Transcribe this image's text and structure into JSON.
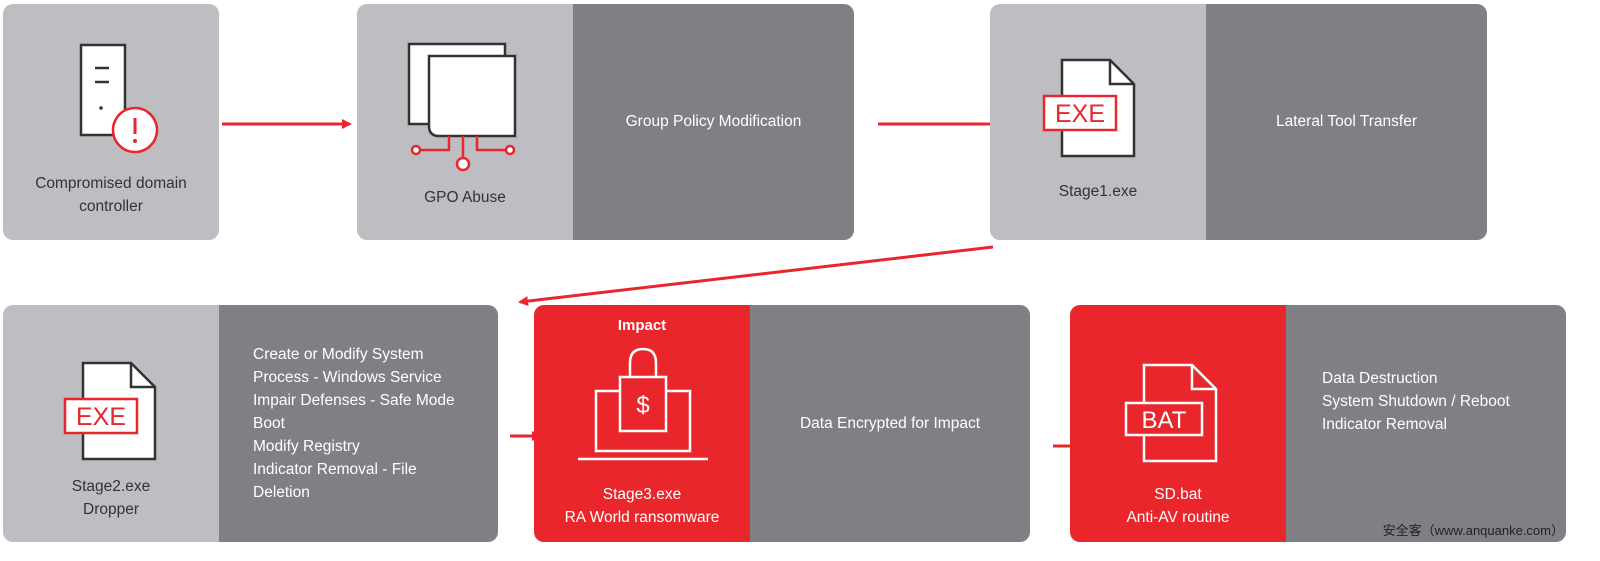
{
  "colors": {
    "accent_red": "#e8262b",
    "card_light_gray": "#bebec2",
    "card_dark_gray": "#808084",
    "arrow_red": "#e8262b"
  },
  "cards": {
    "dc": {
      "caption": [
        "Compromised domain",
        "controller"
      ],
      "icon": "server-warning-icon"
    },
    "gpo": {
      "caption": "GPO Abuse",
      "technique": "Group Policy Modification",
      "icon": "gpo-documents-icon"
    },
    "stage1": {
      "caption": "Stage1.exe",
      "technique": "Lateral Tool Transfer",
      "icon_label": "EXE",
      "icon": "exe-file-icon"
    },
    "stage2": {
      "caption": [
        "Stage2.exe",
        "Dropper"
      ],
      "techniques": [
        "Create or Modify System",
        "Process - Windows Service",
        "Impair Defenses - Safe Mode",
        "Boot",
        "Modify Registry",
        "Indicator Removal - File",
        "Deletion"
      ],
      "icon_label": "EXE",
      "icon": "exe-file-icon"
    },
    "stage3": {
      "header": "Impact",
      "caption": [
        "Stage3.exe",
        "RA World ransomware"
      ],
      "technique": "Data Encrypted for Impact",
      "icon_symbol": "$",
      "icon": "laptop-lock-icon"
    },
    "sdbat": {
      "caption": [
        "SD.bat",
        "Anti-AV routine"
      ],
      "techniques": [
        "Data Destruction",
        "System Shutdown / Reboot",
        "Indicator Removal"
      ],
      "icon_label": "BAT",
      "icon": "bat-file-icon"
    }
  },
  "watermark": "安全客（www.anquanke.com）"
}
